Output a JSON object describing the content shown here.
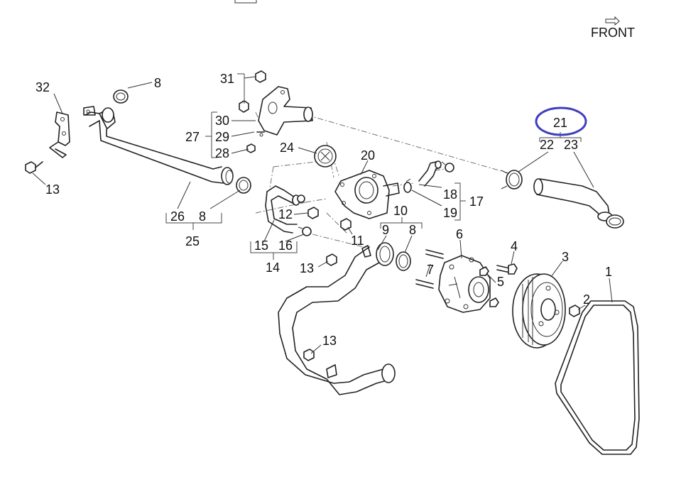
{
  "orientation": {
    "label": "FRONT",
    "icon": "direction-arrow-icon"
  },
  "highlight": {
    "target_label": "21",
    "color": "#3f3fbf"
  },
  "callouts": {
    "c1": "1",
    "c2": "2",
    "c3": "3",
    "c4": "4",
    "c5": "5",
    "c6": "6",
    "c7": "7",
    "c8a": "8",
    "c8b": "8",
    "c8c": "8",
    "c9": "9",
    "c10": "10",
    "c11": "11",
    "c12": "12",
    "c13a": "13",
    "c13b": "13",
    "c13c": "13",
    "c14": "14",
    "c15": "15",
    "c16": "16",
    "c17": "17",
    "c18": "18",
    "c19": "19",
    "c20": "20",
    "c21": "21",
    "c22": "22",
    "c23": "23",
    "c24": "24",
    "c25": "25",
    "c26": "26",
    "c27": "27",
    "c28": "28",
    "c29": "29",
    "c30": "30",
    "c31": "31",
    "c32": "32"
  },
  "colors": {
    "line": "#222222",
    "background": "#ffffff",
    "highlight": "#3f3fbf"
  }
}
